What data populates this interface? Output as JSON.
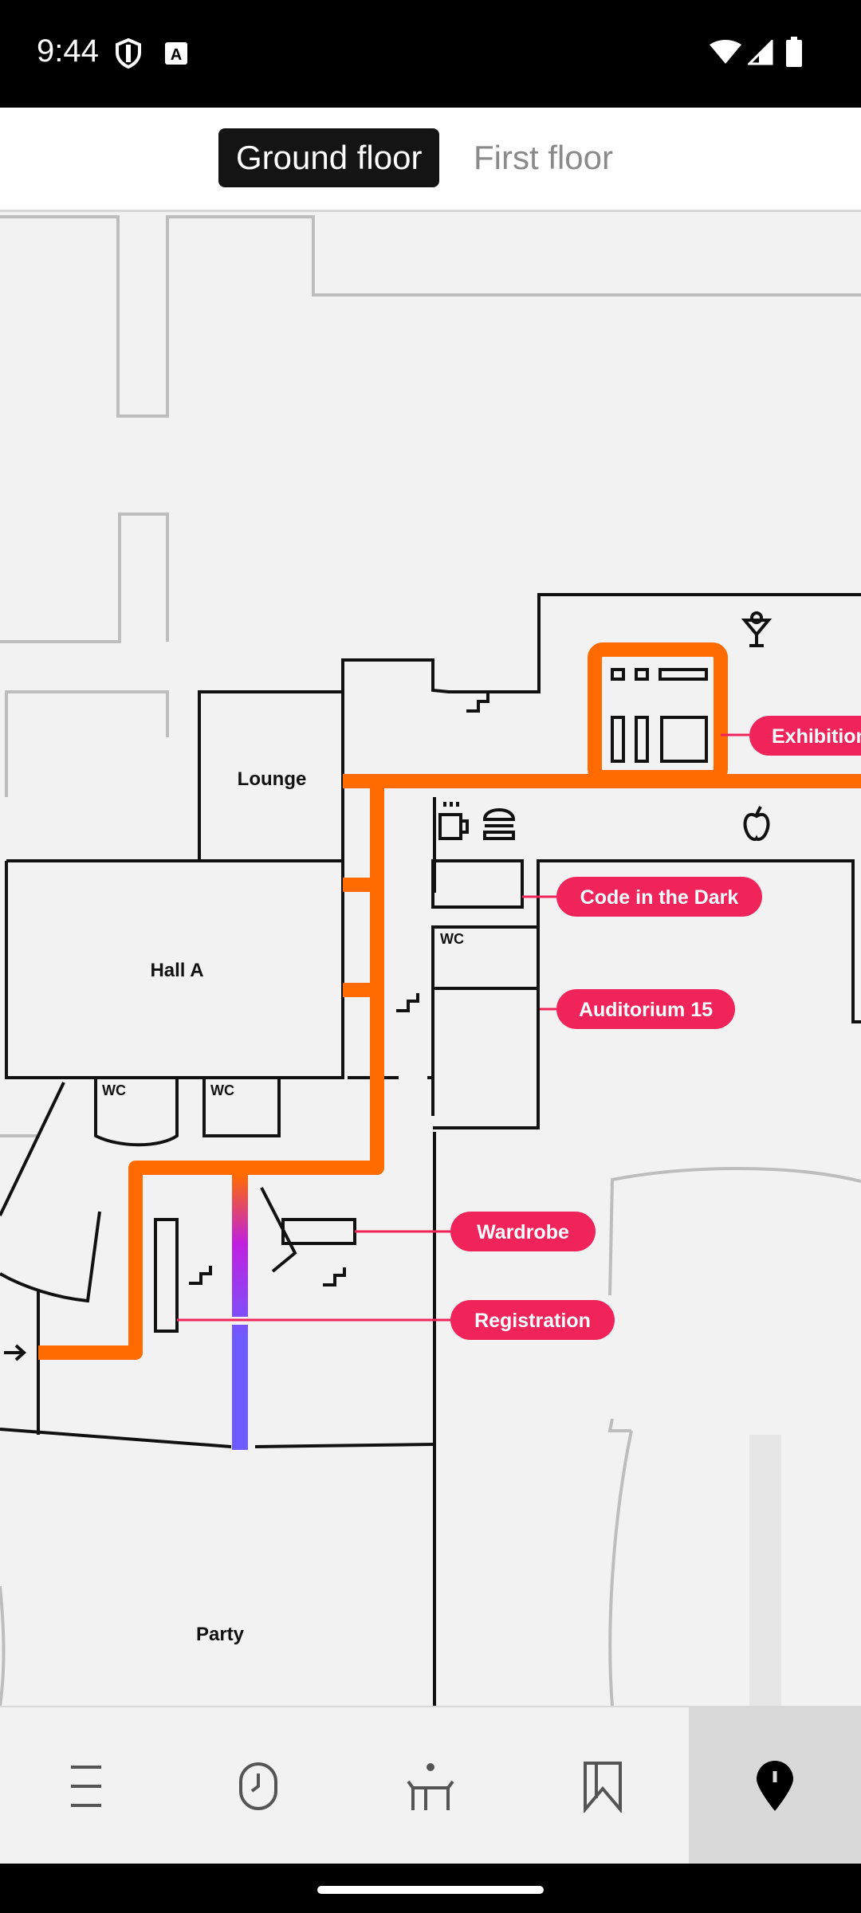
{
  "status": {
    "time": "9:44",
    "icons": [
      "shield-icon",
      "a11y-a-icon",
      "wifi-icon",
      "signal-icon",
      "battery-icon"
    ]
  },
  "floors": {
    "active": "Ground floor",
    "inactive": "First floor"
  },
  "map": {
    "rooms": {
      "lounge": "Lounge",
      "hall_a": "Hall A",
      "party": "Party",
      "wc": "WC"
    },
    "pins": {
      "exhibition": "Exhibition",
      "code_in_the_dark": "Code in the Dark",
      "auditorium": "Auditorium 15",
      "wardrobe": "Wardrobe",
      "registration": "Registration"
    },
    "amenity_icons": [
      "cocktail-icon",
      "coffee-icon",
      "burger-icon",
      "apple-icon",
      "stairs-icon",
      "entrance-arrow-icon"
    ],
    "colors": {
      "route": "#ff6b00",
      "route_gradient_end": "#6c5cff",
      "pin": "#f0245a"
    }
  },
  "nav": {
    "items": [
      "menu-icon",
      "schedule-icon",
      "speakers-icon",
      "bookmarks-icon",
      "map-pin-icon"
    ],
    "active": "map-pin-icon"
  }
}
